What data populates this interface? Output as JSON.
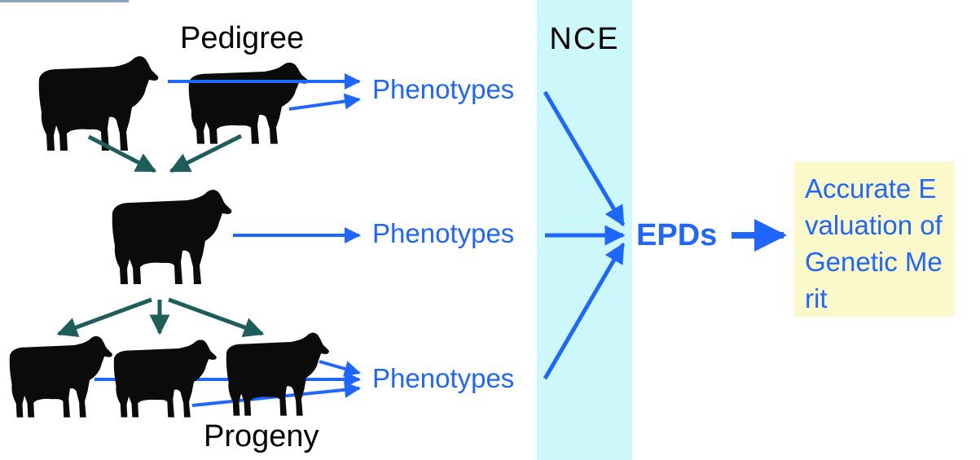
{
  "headings": {
    "pedigree": "Pedigree",
    "progeny": "Progeny"
  },
  "phenotypes": {
    "top": "Phenotypes",
    "middle": "Phenotypes",
    "bottom": "Phenotypes"
  },
  "nce": {
    "label": "NCE"
  },
  "epds": {
    "label": "EPDs"
  },
  "outcome": {
    "text": "Accurate Evaluation of Genetic Merit"
  },
  "colors": {
    "flow_arrow": "#1f66ff",
    "lineage_arrow": "#1e5e5a",
    "cattle": "#0b0b0b",
    "nce_band": "#ccf7fb",
    "outcome_box": "#fbf8c9"
  },
  "icons": [
    "cow-icon"
  ]
}
